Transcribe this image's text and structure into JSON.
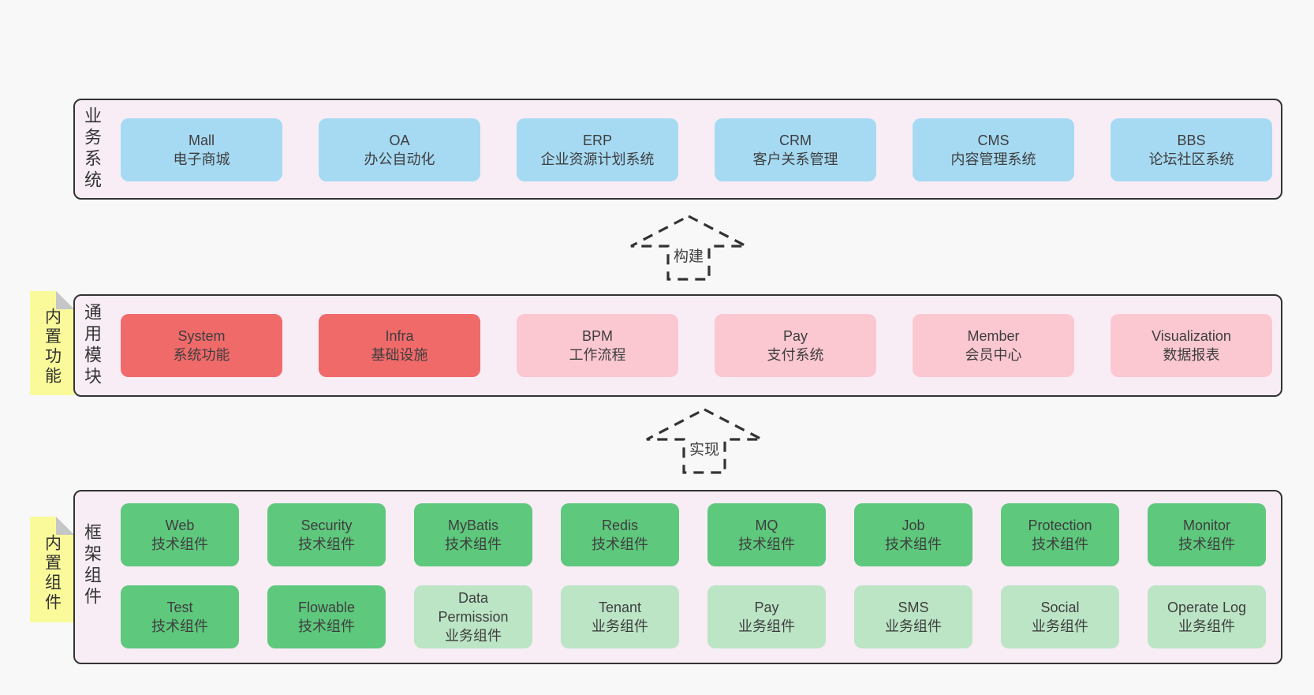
{
  "colors": {
    "page_bg": "#f8f8f8",
    "panel_bg": "#f8edf5",
    "panel_border": "#333333",
    "blue": "#a6daf3",
    "red": "#f16a6a",
    "pink": "#fbc8d2",
    "green": "#5ec87d",
    "light_green": "#bce5c6",
    "sticky_yellow": "#fafa9b",
    "fold_gray": "#c5c7c7",
    "text": "#3e3e3e"
  },
  "business": {
    "label": "业务系统",
    "boxes": [
      {
        "title": "Mall",
        "subtitle": "电子商城",
        "variant": "blue"
      },
      {
        "title": "OA",
        "subtitle": "办公自动化",
        "variant": "blue"
      },
      {
        "title": "ERP",
        "subtitle": "企业资源计划系统",
        "variant": "blue"
      },
      {
        "title": "CRM",
        "subtitle": "客户关系管理",
        "variant": "blue"
      },
      {
        "title": "CMS",
        "subtitle": "内容管理系统",
        "variant": "blue"
      },
      {
        "title": "BBS",
        "subtitle": "论坛社区系统",
        "variant": "blue"
      }
    ]
  },
  "modules": {
    "label": "通用模块",
    "sticky": "内置功能",
    "boxes": [
      {
        "title": "System",
        "subtitle": "系统功能",
        "variant": "red"
      },
      {
        "title": "Infra",
        "subtitle": "基础设施",
        "variant": "red"
      },
      {
        "title": "BPM",
        "subtitle": "工作流程",
        "variant": "pink"
      },
      {
        "title": "Pay",
        "subtitle": "支付系统",
        "variant": "pink"
      },
      {
        "title": "Member",
        "subtitle": "会员中心",
        "variant": "pink"
      },
      {
        "title": "Visualization",
        "subtitle": "数据报表",
        "variant": "pink"
      }
    ]
  },
  "components": {
    "label": "框架组件",
    "sticky": "内置组件",
    "row1": [
      {
        "title": "Web",
        "subtitle": "技术组件",
        "variant": "green"
      },
      {
        "title": "Security",
        "subtitle": "技术组件",
        "variant": "green"
      },
      {
        "title": "MyBatis",
        "subtitle": "技术组件",
        "variant": "green"
      },
      {
        "title": "Redis",
        "subtitle": "技术组件",
        "variant": "green"
      },
      {
        "title": "MQ",
        "subtitle": "技术组件",
        "variant": "green"
      },
      {
        "title": "Job",
        "subtitle": "技术组件",
        "variant": "green"
      },
      {
        "title": "Protection",
        "subtitle": "技术组件",
        "variant": "green"
      },
      {
        "title": "Monitor",
        "subtitle": "技术组件",
        "variant": "green"
      }
    ],
    "row2": [
      {
        "title": "Test",
        "subtitle": "技术组件",
        "variant": "green"
      },
      {
        "title": "Flowable",
        "subtitle": "技术组件",
        "variant": "green"
      },
      {
        "title": "Data\nPermission",
        "subtitle": "业务组件",
        "variant": "light_green"
      },
      {
        "title": "Tenant",
        "subtitle": "业务组件",
        "variant": "light_green"
      },
      {
        "title": "Pay",
        "subtitle": "业务组件",
        "variant": "light_green"
      },
      {
        "title": "SMS",
        "subtitle": "业务组件",
        "variant": "light_green"
      },
      {
        "title": "Social",
        "subtitle": "业务组件",
        "variant": "light_green"
      },
      {
        "title": "Operate Log",
        "subtitle": "业务组件",
        "variant": "light_green"
      }
    ]
  },
  "arrows": {
    "build": "构建",
    "implement": "实现"
  }
}
